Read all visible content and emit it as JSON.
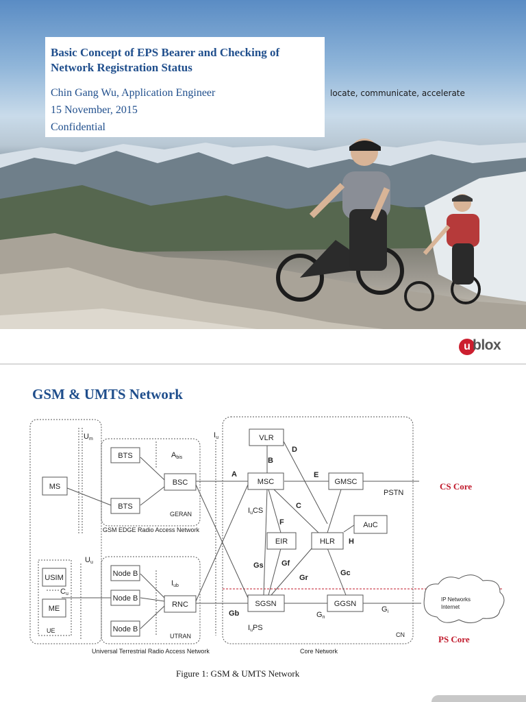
{
  "slide1": {
    "title": "Basic Concept of EPS Bearer and Checking of Network Registration Status",
    "author": "Chin Gang Wu, Application Engineer",
    "date": "15 November, 2015",
    "classification": "Confidential",
    "tagline": "locate, communicate, accelerate",
    "logo_letter": "u",
    "logo_text": "blox"
  },
  "slide2": {
    "title": "GSM & UMTS Network",
    "caption": "Figure 1: GSM & UMTS Network",
    "cs_core": "CS Core",
    "ps_core": "PS Core",
    "nodes": {
      "ms": "MS",
      "bts1": "BTS",
      "bts2": "BTS",
      "bsc": "BSC",
      "usim": "USIM",
      "me": "ME",
      "ue": "UE",
      "nodeb1": "Node B",
      "nodeb2": "Node B",
      "nodeb3": "Node B",
      "rnc": "RNC",
      "vlr": "VLR",
      "msc": "MSC",
      "gmsc": "GMSC",
      "eir": "EIR",
      "hlr": "HLR",
      "auc": "AuC",
      "sgsn": "SGSN",
      "ggsn": "GGSN"
    },
    "labels": {
      "um": "U",
      "um_sub": "m",
      "uu": "U",
      "uu_sub": "u",
      "abis": "A",
      "abis_sub": "bis",
      "iu": "I",
      "iu_sub": "u",
      "iub": "I",
      "iub_sub": "ub",
      "cu": "C",
      "cu_sub": "u",
      "a": "A",
      "b": "B",
      "d": "D",
      "e": "E",
      "c": "C",
      "f": "F",
      "h": "H",
      "gs": "Gs",
      "gf": "Gf",
      "gr": "Gr",
      "gc": "Gc",
      "gb": "Gb",
      "gn": "G",
      "gn_sub": "n",
      "gi": "G",
      "gi_sub": "i",
      "iucs": "I",
      "iucs_sub": "u",
      "iucs_rest": "CS",
      "iups": "I",
      "iups_sub": "u",
      "iups_rest": "PS",
      "pstn": "PSTN",
      "geran": "GERAN",
      "utran": "UTRAN",
      "cn": "CN",
      "gsm_edge": "GSM EDGE Radio Access Network",
      "utra_net": "Universal Terrestrial Radio Access Network",
      "core_net": "Core Network",
      "ip_net": "IP Networks",
      "internet": "Internet"
    }
  }
}
